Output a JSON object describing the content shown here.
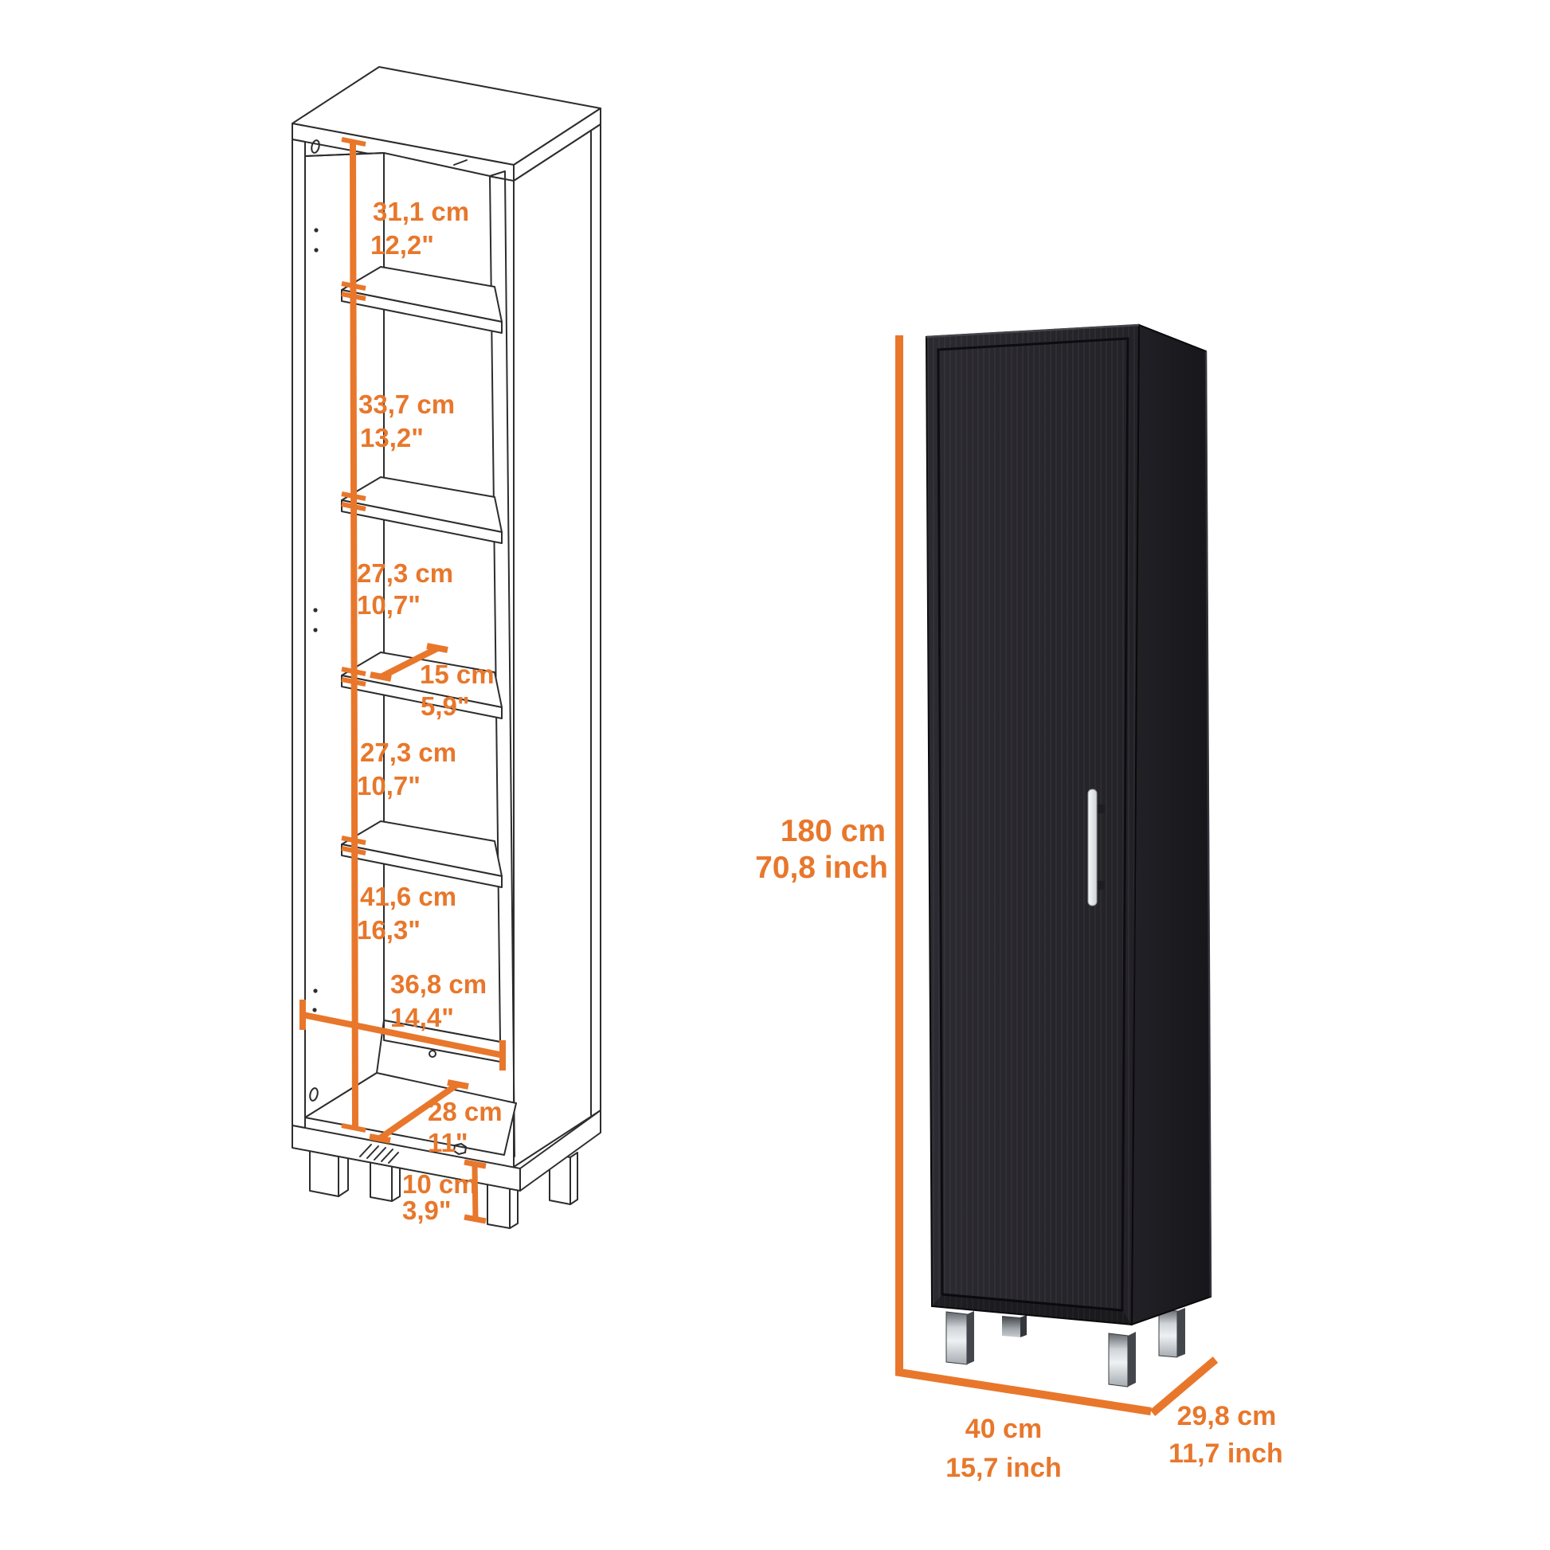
{
  "colors": {
    "accent": "#e8772b",
    "sketch_line": "#2d2d2d",
    "cabinet_front": "#28272c",
    "cabinet_side": "#1c1b21",
    "cabinet_top": "#141318",
    "leg_chrome": "#d9dde0"
  },
  "left_diagram": {
    "compartment1": {
      "cm": "31,1 cm",
      "inch": "12,2\""
    },
    "compartment2": {
      "cm": "33,7 cm",
      "inch": "13,2\""
    },
    "compartment3": {
      "cm": "27,3 cm",
      "inch": "10,7\""
    },
    "shelf_depth": {
      "cm": "15 cm",
      "inch": "5,9\""
    },
    "compartment4": {
      "cm": "27,3 cm",
      "inch": "10,7\""
    },
    "compartment5": {
      "cm": "41,6 cm",
      "inch": "16,3\""
    },
    "inner_width": {
      "cm": "36,8 cm",
      "inch": "14,4\""
    },
    "inner_depth": {
      "cm": "28 cm",
      "inch": "11\""
    },
    "leg_height": {
      "cm": "10 cm",
      "inch": "3,9\""
    }
  },
  "right_diagram": {
    "height": {
      "cm": "180 cm",
      "inch": "70,8 inch"
    },
    "width": {
      "cm": "40 cm",
      "inch": "15,7 inch"
    },
    "depth": {
      "cm": "29,8 cm",
      "inch": "11,7 inch"
    }
  }
}
